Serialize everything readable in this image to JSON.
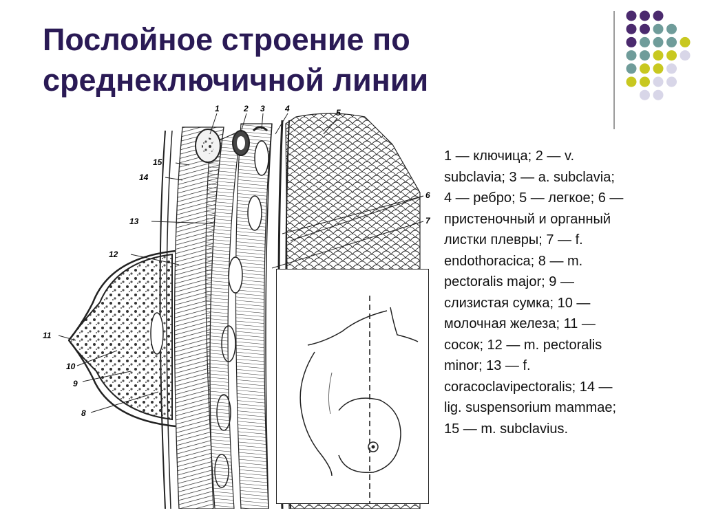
{
  "slide": {
    "title_lines": [
      "Послойное строение по",
      "среднеключичной линии"
    ],
    "legend_lines": [
      "1 — ключица; 2 — v.",
      "subclavia; 3 — a. subclavia;",
      "4 — ребро; 5 — легкое; 6 —",
      "пристеночный и органный",
      "листки плевры; 7 — f.",
      "endothoracica; 8 — m.",
      "pectoralis major; 9 —",
      "слизистая сумка; 10 —",
      "молочная железа; 11 —",
      "сосок; 12 — m. pectoralis",
      "minor; 13 — f.",
      "coracoclavipectoralis; 14 —",
      "lig. suspensorium mammae;",
      "15 — m. subclavius."
    ],
    "figure_labels": {
      "n1": "1",
      "n2": "2",
      "n3": "3",
      "n4": "4",
      "n5": "5",
      "n6": "6",
      "n7": "7",
      "n8": "8",
      "n9": "9",
      "n10": "10",
      "n11": "11",
      "n12": "12",
      "n13": "13",
      "n14": "14",
      "n15": "15"
    }
  },
  "colors": {
    "title": "#2a1a55",
    "dot_purple": "#4b2a6e",
    "dot_teal": "#6f9c9a",
    "dot_olive": "#c8c820",
    "dot_lavender": "#d8d6e8"
  },
  "decor": {
    "dot_grid_rows": [
      [
        "purple",
        "purple",
        "purple",
        null,
        null
      ],
      [
        "purple",
        "purple",
        "teal",
        "teal",
        null
      ],
      [
        "purple",
        "teal",
        "teal",
        "teal",
        "olive"
      ],
      [
        "teal",
        "teal",
        "olive",
        "olive",
        "lavender"
      ],
      [
        "teal",
        "olive",
        "olive",
        "lavender",
        null
      ],
      [
        "olive",
        "olive",
        "lavender",
        "lavender",
        null
      ],
      [
        null,
        "lavender",
        "lavender",
        null,
        null
      ]
    ]
  }
}
